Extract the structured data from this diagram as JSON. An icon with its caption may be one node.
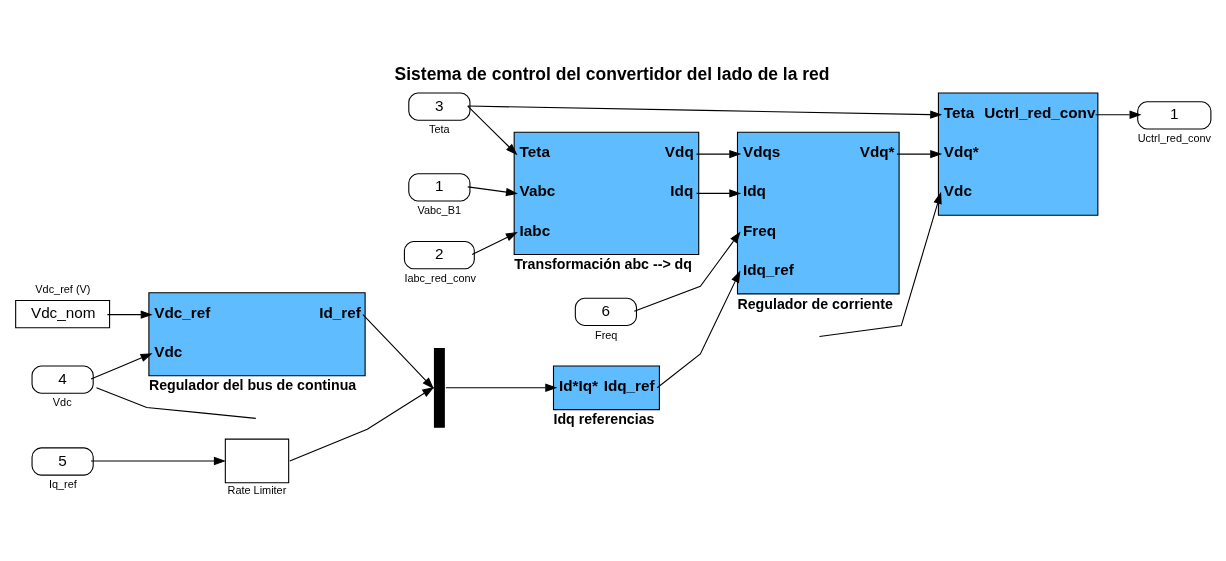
{
  "diagram": {
    "title": "Sistema de control del convertidor del lado de la red",
    "nodes": [
      {
        "text": [
          "3"
        ],
        "beside": [
          "Teta"
        ]
      },
      {
        "text": [
          "1"
        ],
        "beside": [
          "Vabc_B1"
        ]
      },
      {
        "text": [
          "2"
        ],
        "beside": [
          "Iabc_red_conv"
        ]
      },
      {
        "text": [
          "Teta",
          "Vabc",
          "Iabc",
          "Vdq",
          "Idq"
        ],
        "beside": [
          "Transformación abc --> dq"
        ]
      },
      {
        "text": [
          "6"
        ],
        "beside": [
          "Freq"
        ]
      },
      {
        "text": [
          "Vdqs",
          "Idq",
          "Freq",
          "Idq_ref",
          "Vdq*"
        ],
        "beside": [
          "Regulador de corriente"
        ]
      },
      {
        "text": [
          "Teta",
          "Vdq*",
          "Vdc",
          "Uctrl_red_conv"
        ]
      },
      {
        "text": [
          "1"
        ],
        "beside": [
          "Uctrl_red_conv"
        ]
      },
      {
        "text": [
          "Vdc_nom"
        ],
        "beside": [
          "Vdc_ref (V)"
        ]
      },
      {
        "text": [
          "4"
        ],
        "beside": [
          "Vdc"
        ]
      },
      {
        "text": [
          "Vdc_ref",
          "Vdc",
          "Id_ref"
        ],
        "beside": [
          "Regulador del bus de continua"
        ]
      },
      {
        "text": [
          "5"
        ],
        "beside": [
          "Iq_ref"
        ]
      },
      {
        "text": [],
        "shape": "box",
        "beside": [
          "Rate Limiter"
        ]
      },
      {
        "text": [],
        "shape": "bar"
      },
      {
        "text": [
          "Id*Iq*",
          "Idq_ref"
        ],
        "beside": [
          "Idq referencias"
        ]
      }
    ],
    "edges": [
      {
        "from": 0,
        "to": 3,
        "arrow": "to"
      },
      {
        "from": 0,
        "to": 6,
        "arrow": "to"
      },
      {
        "from": 1,
        "to": 3,
        "arrow": "to"
      },
      {
        "from": 2,
        "to": 3,
        "arrow": "to"
      },
      {
        "from": 3,
        "to": 5,
        "arrow": "to"
      },
      {
        "from": 3,
        "to": 5,
        "arrow": "to"
      },
      {
        "from": 4,
        "to": 5,
        "arrow": "to"
      },
      {
        "from": 5,
        "to": 6,
        "arrow": "to"
      },
      {
        "from": 6,
        "to": 7,
        "arrow": "to"
      },
      {
        "from": 8,
        "to": 10,
        "arrow": "to"
      },
      {
        "from": 9,
        "to": 10,
        "arrow": "to"
      },
      {
        "from": 9,
        "to": null,
        "arrow": "none"
      },
      {
        "from": null,
        "to": 6,
        "arrow": "to"
      },
      {
        "from": 10,
        "to": 13,
        "arrow": "to"
      },
      {
        "from": 11,
        "to": 12,
        "arrow": "to"
      },
      {
        "from": 12,
        "to": 13,
        "arrow": "to"
      },
      {
        "from": 13,
        "to": 14,
        "arrow": "to"
      },
      {
        "from": 14,
        "to": 5,
        "arrow": "to"
      }
    ]
  }
}
